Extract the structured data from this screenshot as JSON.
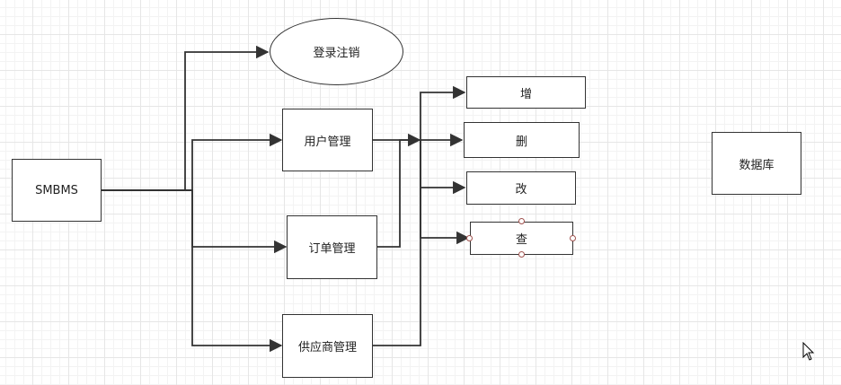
{
  "nodes": {
    "smbms": "SMBMS",
    "login": "登录注销",
    "user_mgmt": "用户管理",
    "order_mgmt": "订单管理",
    "supplier_mgmt": "供应商管理",
    "add": "增",
    "delete": "删",
    "update": "改",
    "query": "查",
    "database": "数据库"
  },
  "colors": {
    "stroke": "#333333",
    "grid": "#e6e6e6",
    "handle": "#a0524e"
  },
  "selected_node": "查"
}
